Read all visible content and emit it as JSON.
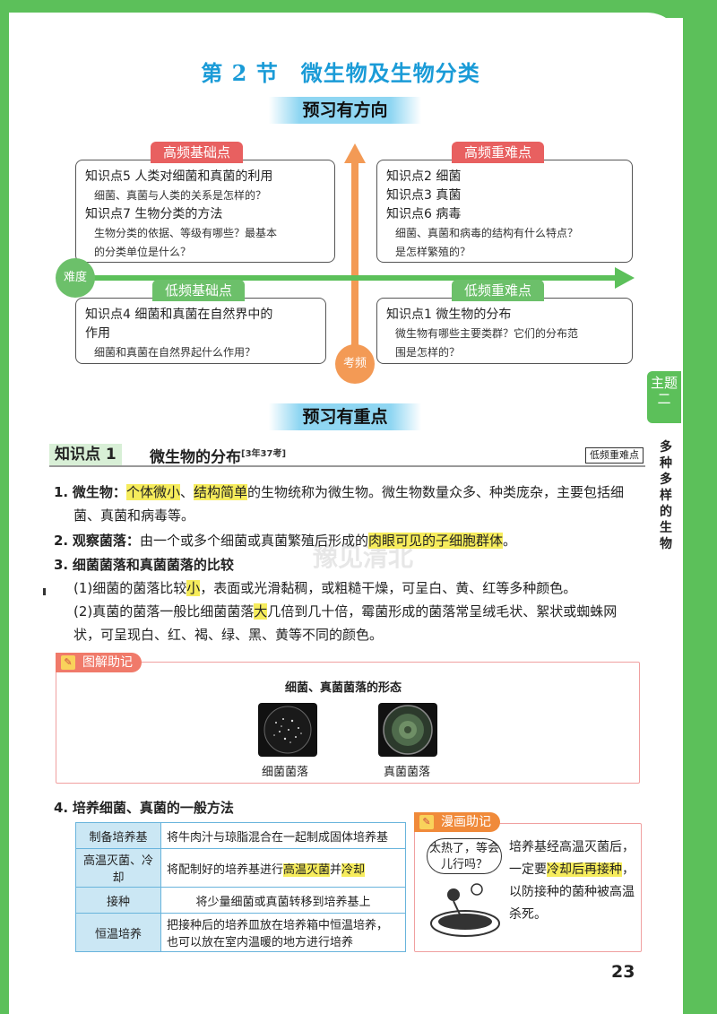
{
  "title": "第 2 节　微生物及生物分类",
  "ribbon_direction": "预习有方向",
  "ribbon_focus": "预习有重点",
  "diagram": {
    "axis_difficulty": "难度",
    "axis_frequency": "考频",
    "top_left": {
      "tab": "高频基础点",
      "lines": [
        {
          "k": "知识点5  人类对细菌和真菌的利用"
        },
        {
          "q": "细菌、真菌与人类的关系是怎样的？"
        },
        {
          "k": "知识点7  生物分类的方法"
        },
        {
          "q": "生物分类的依据、等级有哪些？最基本"
        },
        {
          "q": "的分类单位是什么？"
        }
      ]
    },
    "top_right": {
      "tab": "高频重难点",
      "lines": [
        {
          "k": "知识点2 细菌"
        },
        {
          "k": "知识点3 真菌"
        },
        {
          "k": "知识点6 病毒"
        },
        {
          "q": "细菌、真菌和病毒的结构有什么特点？"
        },
        {
          "q": "是怎样繁殖的？"
        }
      ]
    },
    "bottom_left": {
      "tab": "低频基础点",
      "lines": [
        {
          "k": "知识点4  细菌和真菌在自然界中的"
        },
        {
          "k": "作用"
        },
        {
          "q": "细菌和真菌在自然界起什么作用？"
        }
      ]
    },
    "bottom_right": {
      "tab": "低频重难点",
      "lines": [
        {
          "k": "知识点1 微生物的分布"
        },
        {
          "q": "微生物有哪些主要类群？它们的分布范"
        },
        {
          "q": "围是怎样的？"
        }
      ]
    }
  },
  "kp": {
    "label": "知识点 1",
    "title": "微生物的分布",
    "sup": "[3年37考]",
    "badge": "低频重难点"
  },
  "items": {
    "i1_num": "1.",
    "i1_head": "微生物：",
    "i1_hl1": "个体微小",
    "i1_sep": "、",
    "i1_hl2": "结构简单",
    "i1_rest": "的生物统称为微生物。微生物数量众多、种类庞杂，主要包括细",
    "i1_line2": "菌、真菌和病毒等。",
    "i2_num": "2.",
    "i2_head": "观察菌落：",
    "i2_a": "由一个或多个细菌或真菌繁殖后形成的",
    "i2_hl1": "肉眼可见的",
    "i2_hl2": "子细胞群体",
    "i2_end": "。",
    "i3_num": "3.",
    "i3_head": "细菌菌落和真菌菌落的比较",
    "i3_l1a": "(1)细菌的菌落比较",
    "i3_l1hl": "小",
    "i3_l1b": "，表面或光滑黏稠，或粗糙干燥，可呈白、黄、红等多种颜色。",
    "i3_l2a": "(2)真菌的菌落一般比细菌菌落",
    "i3_l2hl": "大",
    "i3_l2b": "几倍到几十倍，霉菌形成的菌落常呈绒毛状、絮状或蜘蛛网",
    "i3_l3": "状，可呈现白、红、褐、绿、黑、黄等不同的颜色。"
  },
  "figure_helper": {
    "tag": "图解助记",
    "caption": "细菌、真菌菌落的形态",
    "left_label": "细菌菌落",
    "right_label": "真菌菌落"
  },
  "section4": {
    "num": "4.",
    "head": "培养细菌、真菌的一般方法",
    "rows": [
      {
        "step": "制备培养基",
        "desc": "将牛肉汁与琼脂混合在一起制成固体培养基"
      },
      {
        "step": "高温灭菌、冷却",
        "desc_a": "将配制好的培养基进行",
        "desc_hl": "高温灭菌",
        "desc_b": "并",
        "desc_hl2": "冷却"
      },
      {
        "step": "接种",
        "desc": "将少量细菌或真菌转移到培养基上"
      },
      {
        "step": "恒温培养",
        "desc": "把接种后的培养皿放在培养箱中恒温培养，",
        "desc2": "也可以放在室内温暖的地方进行培养"
      }
    ]
  },
  "comic_helper": {
    "tag": "漫画助记",
    "bubble": "太热了，等会儿行吗？",
    "text_a": "培养基经高温灭菌后，一定要",
    "text_hl": "冷却后再接种",
    "text_b": "，以防接种的菌种被高温杀死。"
  },
  "page_number": "23",
  "side_tab": "主题二",
  "side_text": "多种多样的生物",
  "watermark": "豫见清北"
}
